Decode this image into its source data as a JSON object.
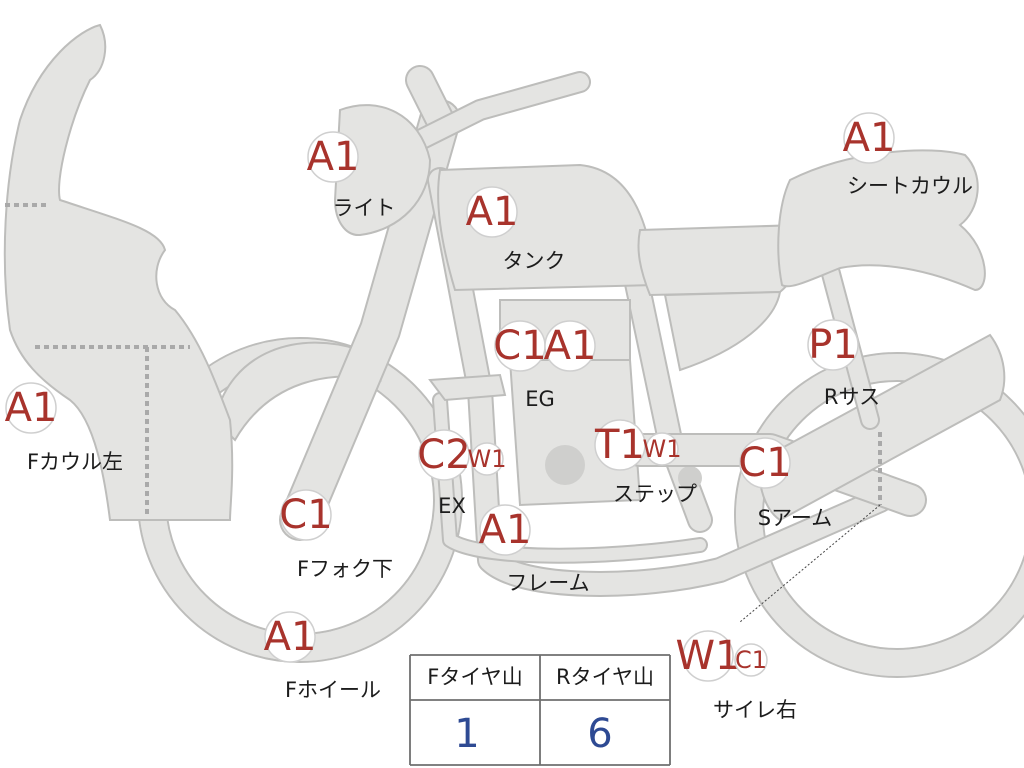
{
  "parts": [
    {
      "id": "light",
      "code": "A1",
      "label": "ライト"
    },
    {
      "id": "tank",
      "code": "A1",
      "label": "タンク"
    },
    {
      "id": "seat-cowl",
      "code": "A1",
      "label": "シートカウル"
    },
    {
      "id": "f-cowl-left",
      "code": "A1",
      "label": "Fカウル左"
    },
    {
      "id": "eg",
      "codes": [
        "C1",
        "A1"
      ],
      "label": "EG"
    },
    {
      "id": "r-sus",
      "code": "P1",
      "label": "Rサス"
    },
    {
      "id": "ex",
      "codes": [
        "C2",
        "W1"
      ],
      "label": "EX"
    },
    {
      "id": "step",
      "codes": [
        "T1",
        "W1"
      ],
      "label": "ステップ"
    },
    {
      "id": "s-arm",
      "code": "C1",
      "label": "Sアーム"
    },
    {
      "id": "f-fork-lower",
      "code": "C1",
      "label": "Fフォク下"
    },
    {
      "id": "frame",
      "code": "A1",
      "label": "フレーム"
    },
    {
      "id": "f-wheel",
      "code": "A1",
      "label": "Fホイール"
    },
    {
      "id": "silencer-right",
      "codes": [
        "W1",
        "C1"
      ],
      "label": "サイレ右"
    }
  ],
  "tire_table": {
    "headers": [
      "Fタイヤ山",
      "Rタイヤ山"
    ],
    "values": [
      "1",
      "6"
    ]
  },
  "colors": {
    "code_text": "#a8332c",
    "value_text": "#2e4a93",
    "bike_fill": "#e4e4e2",
    "bike_edge": "#bdbdbb"
  }
}
